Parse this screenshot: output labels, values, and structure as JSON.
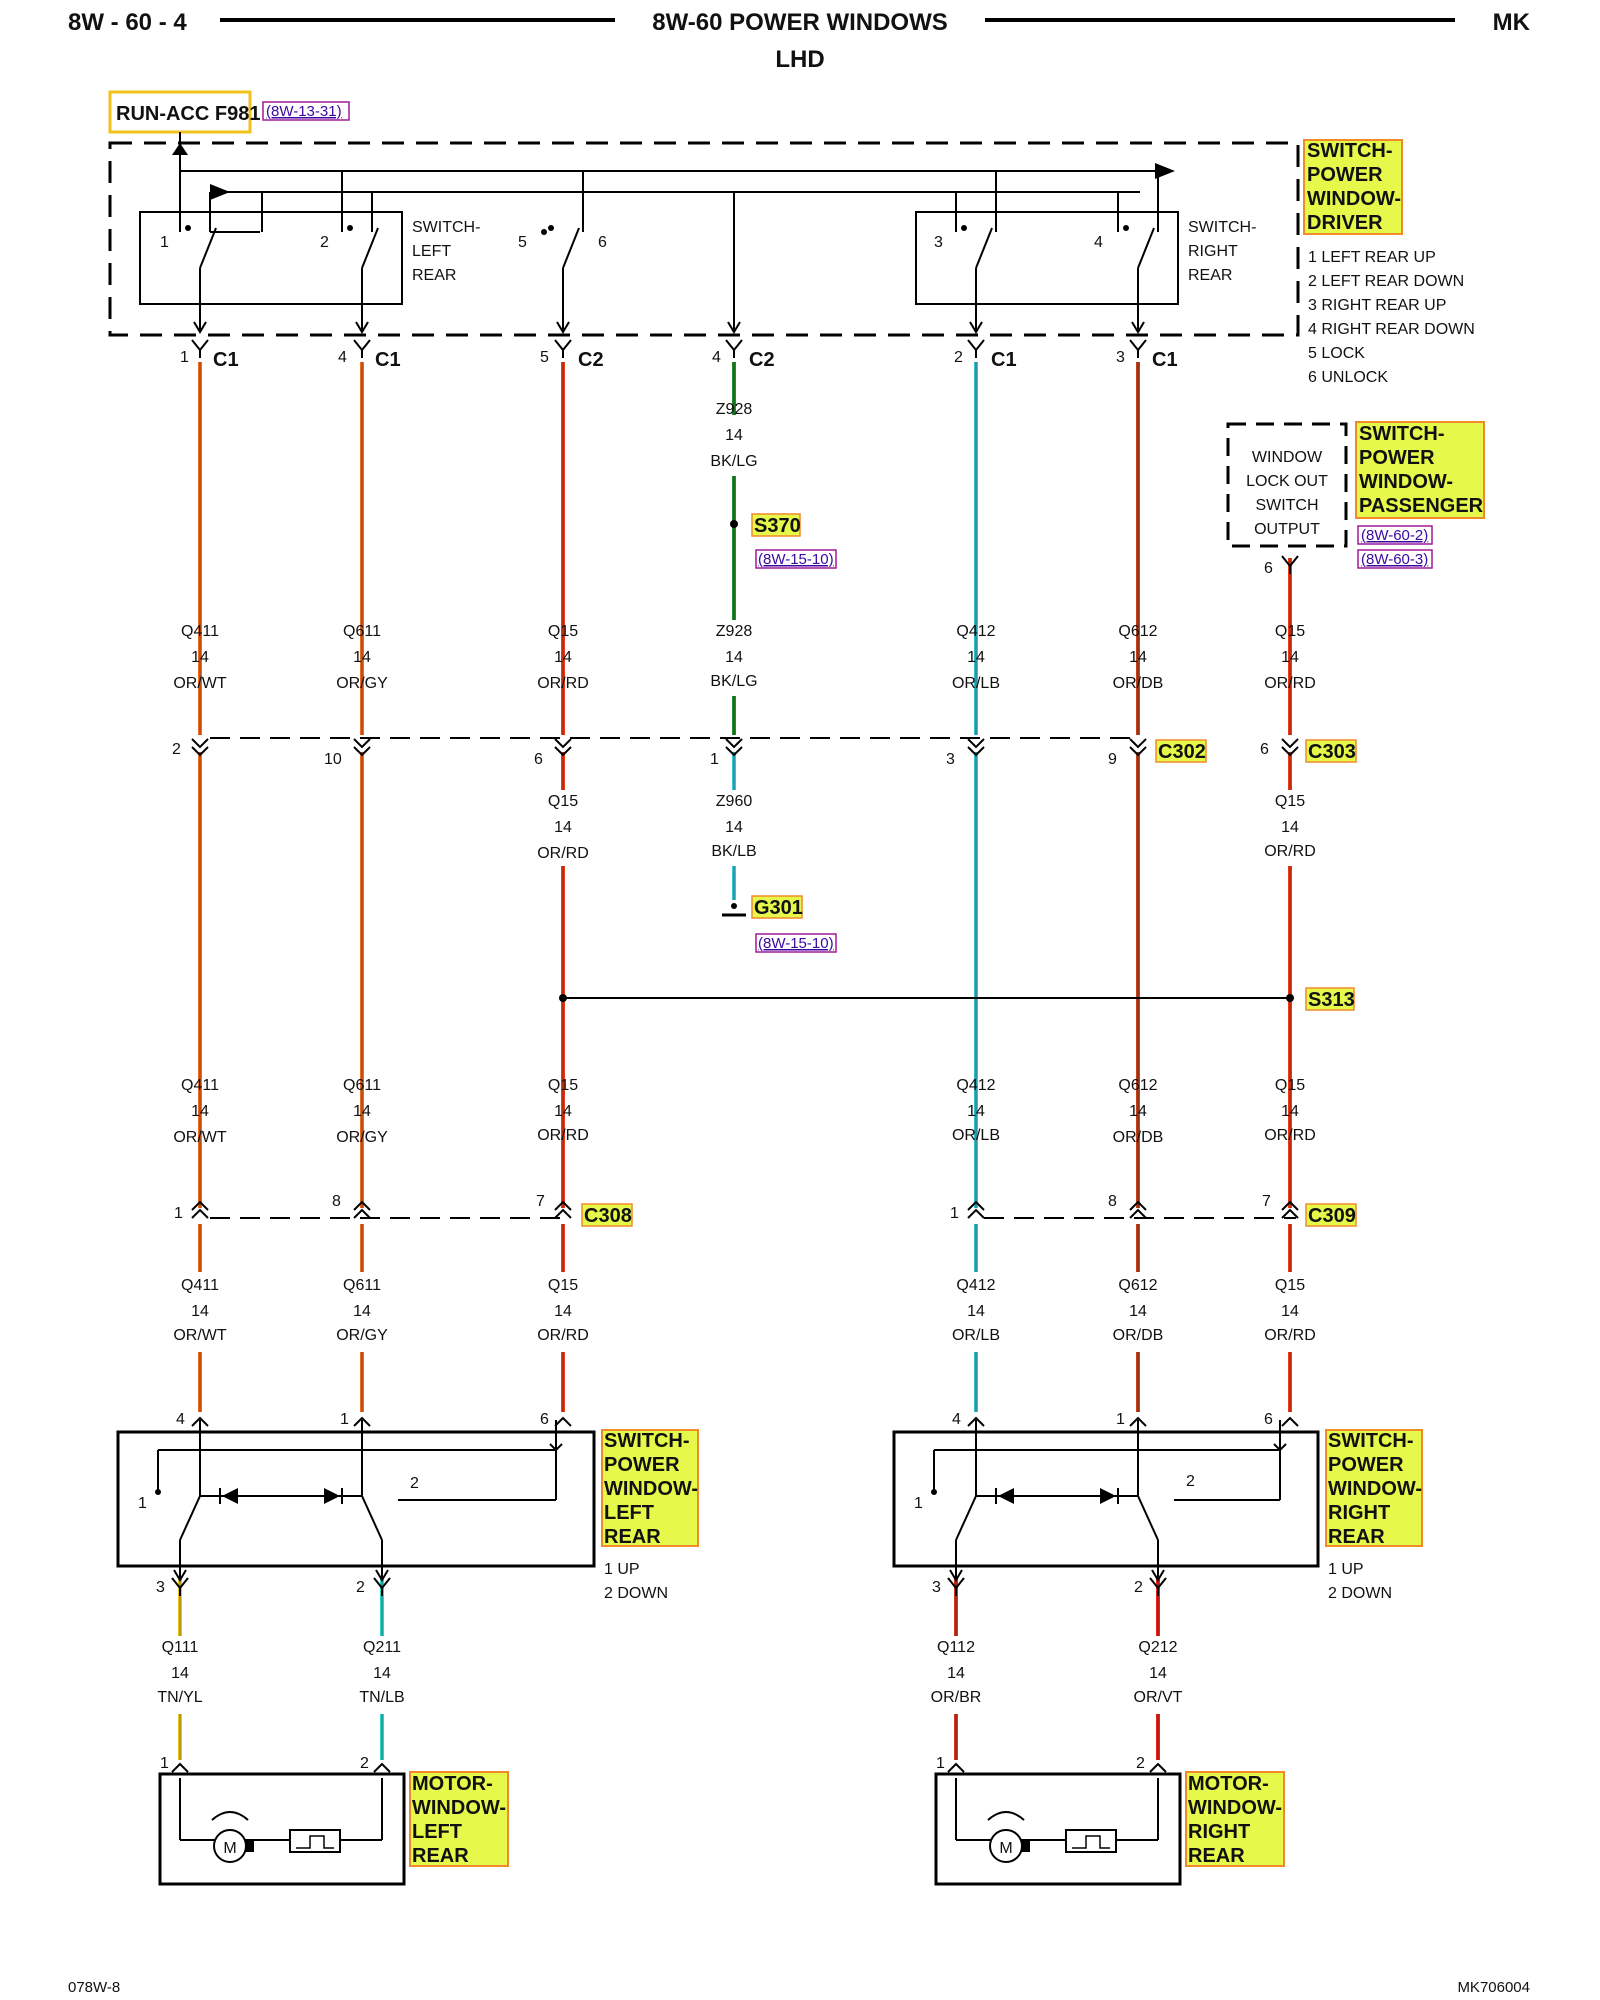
{
  "header": {
    "page_id": "8W - 60 - 4",
    "title": "8W-60 POWER WINDOWS",
    "subtitle": "LHD",
    "model": "MK"
  },
  "footer": {
    "left": "078W-8",
    "right": "MK706004"
  },
  "colors": {
    "OR/WT": "#f26a1b",
    "OR/GY": "#f06a1f",
    "OR/RD": "#ee3b16",
    "BK/LG": "#1e8f2a",
    "BK/LB": "#3ac6d8",
    "OR/LB": "#36c1cf",
    "OR/DB": "#c2441c",
    "TN/YL": "#e8c61c",
    "TN/LB": "#2fd3c8",
    "OR/BR": "#d1371e",
    "OR/VT": "#e8241c",
    "label_fill": "#e6f94a",
    "label_border": "#f08a2a"
  },
  "fuse": {
    "label": "RUN-ACC F981",
    "ref": "(8W-13-31)"
  },
  "driver_switch": {
    "label_lines": [
      "SWITCH-",
      "POWER",
      "WINDOW-",
      "DRIVER"
    ],
    "legend": [
      "1 LEFT REAR UP",
      "2 LEFT REAR DOWN",
      "3 RIGHT REAR UP",
      "4 RIGHT REAR DOWN",
      "5 LOCK",
      "6 UNLOCK"
    ],
    "left_rear_lines": [
      "SWITCH-",
      "LEFT",
      "REAR"
    ],
    "right_rear_lines": [
      "SWITCH-",
      "RIGHT",
      "REAR"
    ],
    "contacts": [
      "1",
      "2",
      "5",
      "6",
      "3",
      "4"
    ]
  },
  "driver_pins": [
    {
      "pin": "1",
      "conn": "C1"
    },
    {
      "pin": "4",
      "conn": "C1"
    },
    {
      "pin": "5",
      "conn": "C2"
    },
    {
      "pin": "4",
      "conn": "C2"
    },
    {
      "pin": "2",
      "conn": "C1"
    },
    {
      "pin": "3",
      "conn": "C1"
    }
  ],
  "passenger_switch": {
    "label_lines": [
      "SWITCH-",
      "POWER",
      "WINDOW-",
      "PASSENGER"
    ],
    "box_lines": [
      "WINDOW",
      "LOCK OUT",
      "SWITCH",
      "OUTPUT"
    ],
    "refs": [
      "(8W-60-2)",
      "(8W-60-3)"
    ],
    "pin": "6"
  },
  "ground_path": {
    "upper_wire": {
      "circuit": "Z928",
      "gauge": "14",
      "color": "BK/LG"
    },
    "splice": "S370",
    "splice_ref": "(8W-15-10)",
    "lower_wire": {
      "circuit": "Z960",
      "gauge": "14",
      "color": "BK/LB"
    },
    "ground": "G301",
    "ground_ref": "(8W-15-10)"
  },
  "upper_wires": [
    {
      "circuit": "Q411",
      "gauge": "14",
      "color": "OR/WT"
    },
    {
      "circuit": "Q611",
      "gauge": "14",
      "color": "OR/GY"
    },
    {
      "circuit": "Q15",
      "gauge": "14",
      "color": "OR/RD"
    },
    {
      "circuit": "Z928",
      "gauge": "14",
      "color": "BK/LG"
    },
    {
      "circuit": "Q412",
      "gauge": "14",
      "color": "OR/LB"
    },
    {
      "circuit": "Q612",
      "gauge": "14",
      "color": "OR/DB"
    },
    {
      "circuit": "Q15",
      "gauge": "14",
      "color": "OR/RD"
    }
  ],
  "c302_c303": {
    "c302": "C302",
    "c303": "C303",
    "pins": [
      "2",
      "10",
      "6",
      "1",
      "3",
      "9",
      "6"
    ]
  },
  "post_c302_wires": [
    {
      "circuit": "Q15",
      "gauge": "14",
      "color": "OR/RD"
    },
    {
      "circuit": "Q15",
      "gauge": "14",
      "color": "OR/RD"
    }
  ],
  "splice_s313": "S313",
  "mid_wires": [
    {
      "circuit": "Q411",
      "gauge": "14",
      "color": "OR/WT"
    },
    {
      "circuit": "Q611",
      "gauge": "14",
      "color": "OR/GY"
    },
    {
      "circuit": "Q15",
      "gauge": "14",
      "color": "OR/RD"
    },
    {
      "circuit": "Q412",
      "gauge": "14",
      "color": "OR/LB"
    },
    {
      "circuit": "Q612",
      "gauge": "14",
      "color": "OR/DB"
    },
    {
      "circuit": "Q15",
      "gauge": "14",
      "color": "OR/RD"
    }
  ],
  "c308_c309": {
    "c308": "C308",
    "c309": "C309",
    "pins": [
      "1",
      "8",
      "7",
      "1",
      "8",
      "7"
    ]
  },
  "lower_wires": [
    {
      "circuit": "Q411",
      "gauge": "14",
      "color": "OR/WT"
    },
    {
      "circuit": "Q611",
      "gauge": "14",
      "color": "OR/GY"
    },
    {
      "circuit": "Q15",
      "gauge": "14",
      "color": "OR/RD"
    },
    {
      "circuit": "Q412",
      "gauge": "14",
      "color": "OR/LB"
    },
    {
      "circuit": "Q612",
      "gauge": "14",
      "color": "OR/DB"
    },
    {
      "circuit": "Q15",
      "gauge": "14",
      "color": "OR/RD"
    }
  ],
  "rear_switches": [
    {
      "label_lines": [
        "SWITCH-",
        "POWER",
        "WINDOW-",
        "LEFT",
        "REAR"
      ],
      "legend": [
        "1 UP",
        "2 DOWN"
      ],
      "pins_top": [
        "4",
        "1",
        "6"
      ],
      "pins_bottom": [
        "3",
        "2"
      ],
      "internal": [
        "1",
        "2"
      ]
    },
    {
      "label_lines": [
        "SWITCH-",
        "POWER",
        "WINDOW-",
        "RIGHT",
        "REAR"
      ],
      "legend": [
        "1 UP",
        "2 DOWN"
      ],
      "pins_top": [
        "4",
        "1",
        "6"
      ],
      "pins_bottom": [
        "3",
        "2"
      ],
      "internal": [
        "1",
        "2"
      ]
    }
  ],
  "motor_wires": [
    {
      "circuit": "Q111",
      "gauge": "14",
      "color": "TN/YL"
    },
    {
      "circuit": "Q211",
      "gauge": "14",
      "color": "TN/LB"
    },
    {
      "circuit": "Q112",
      "gauge": "14",
      "color": "OR/BR"
    },
    {
      "circuit": "Q212",
      "gauge": "14",
      "color": "OR/VT"
    }
  ],
  "motors": [
    {
      "label_lines": [
        "MOTOR-",
        "WINDOW-",
        "LEFT",
        "REAR"
      ],
      "pins": [
        "1",
        "2"
      ],
      "symbol": "M"
    },
    {
      "label_lines": [
        "MOTOR-",
        "WINDOW-",
        "RIGHT",
        "REAR"
      ],
      "pins": [
        "1",
        "2"
      ],
      "symbol": "M"
    }
  ]
}
